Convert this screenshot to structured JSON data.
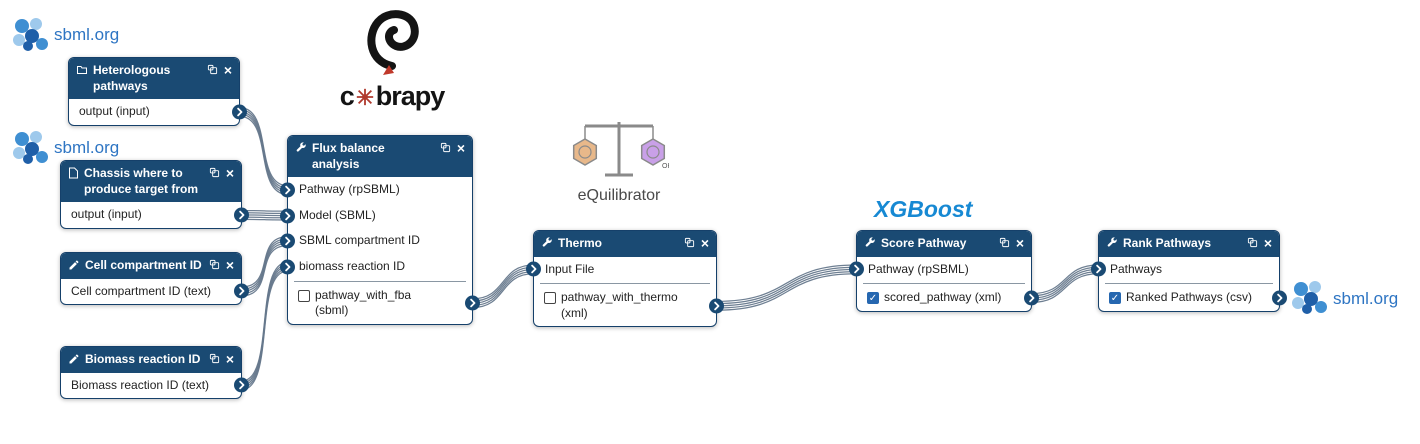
{
  "labels": {
    "sbml_top": "sbml.org",
    "sbml_mid": "sbml.org",
    "sbml_right": "sbml.org",
    "cobrapy_prefix": "c",
    "cobrapy_suffix": "brapy",
    "equilibrator": "eQuilibrator",
    "xgboost": "XGBoost"
  },
  "colors": {
    "node_header": "#1a4a73",
    "checkbox_checked": "#2667b0",
    "sbml_link_blue": "#2e75c3",
    "xgboost_blue": "#1789d3",
    "wire": "#66788c"
  },
  "nodes": [
    {
      "id": "heterologous-pathways",
      "title": "Heterologous pathways",
      "icon": "folder",
      "outputs": [
        {
          "label": "output (input)"
        }
      ]
    },
    {
      "id": "chassis",
      "title": "Chassis where to produce target from",
      "icon": "file",
      "outputs": [
        {
          "label": "output (input)"
        }
      ]
    },
    {
      "id": "cell-compartment",
      "title": "Cell compartment ID",
      "icon": "pencil",
      "outputs": [
        {
          "label": "Cell compartment ID (text)"
        }
      ]
    },
    {
      "id": "biomass-reaction",
      "title": "Biomass reaction ID",
      "icon": "pencil",
      "outputs": [
        {
          "label": "Biomass reaction ID (text)"
        }
      ]
    },
    {
      "id": "fba",
      "title": "Flux balance analysis",
      "icon": "wrench",
      "inputs": [
        "Pathway (rpSBML)",
        "Model (SBML)",
        "SBML compartment ID",
        "biomass reaction ID"
      ],
      "outputs": [
        {
          "label": "pathway_with_fba (sbml)",
          "checkbox": true,
          "checked": false
        }
      ]
    },
    {
      "id": "thermo",
      "title": "Thermo",
      "icon": "wrench",
      "inputs": [
        "Input File"
      ],
      "outputs": [
        {
          "label": "pathway_with_thermo (xml)",
          "checkbox": true,
          "checked": false
        }
      ]
    },
    {
      "id": "score-pathway",
      "title": "Score Pathway",
      "icon": "wrench",
      "inputs": [
        "Pathway (rpSBML)"
      ],
      "outputs": [
        {
          "label": "scored_pathway (xml)",
          "checkbox": true,
          "checked": true
        }
      ]
    },
    {
      "id": "rank-pathways",
      "title": "Rank Pathways",
      "icon": "wrench",
      "inputs": [
        "Pathways"
      ],
      "outputs": [
        {
          "label": "Ranked Pathways (csv)",
          "checkbox": true,
          "checked": true
        }
      ]
    }
  ],
  "connections": [
    {
      "from": "heterologous-pathways.out0",
      "to": "fba.in0"
    },
    {
      "from": "chassis.out0",
      "to": "fba.in1"
    },
    {
      "from": "cell-compartment.out0",
      "to": "fba.in2"
    },
    {
      "from": "biomass-reaction.out0",
      "to": "fba.in3"
    },
    {
      "from": "fba.out0",
      "to": "thermo.in0"
    },
    {
      "from": "thermo.out0",
      "to": "score-pathway.in0"
    },
    {
      "from": "score-pathway.out0",
      "to": "rank-pathways.in0"
    }
  ]
}
